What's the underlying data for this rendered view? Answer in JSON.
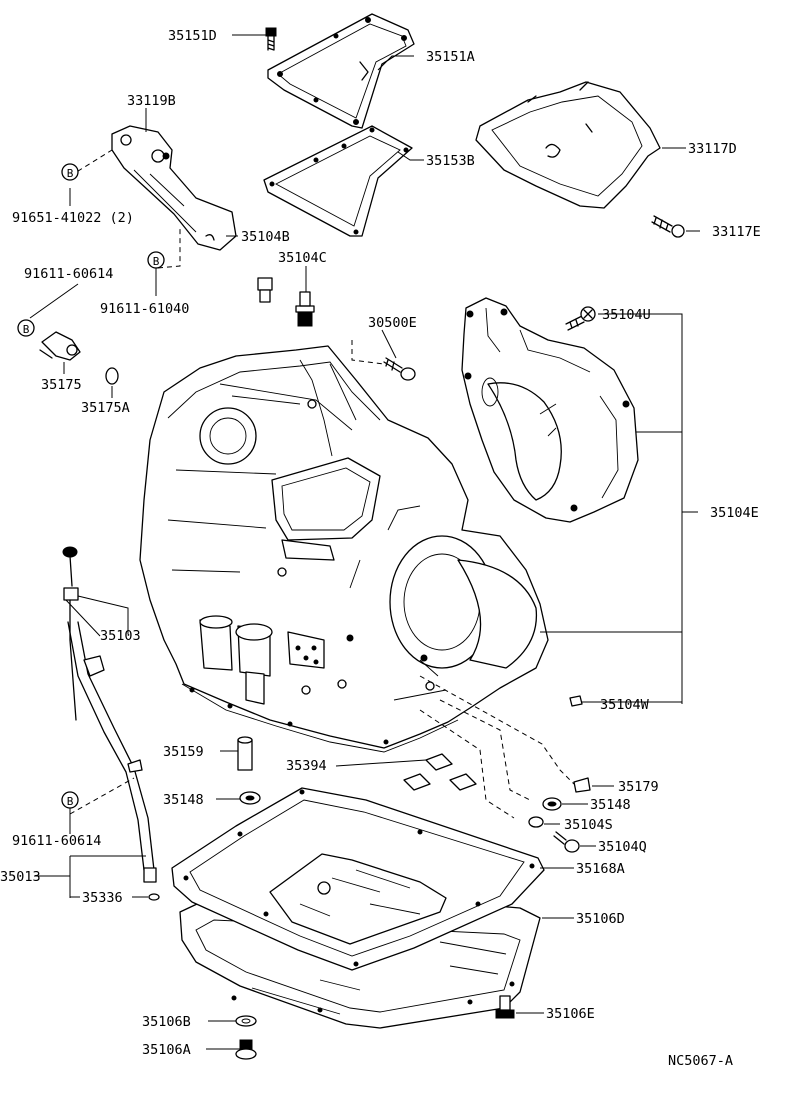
{
  "diagram_id": "NC5067-A",
  "callouts": {
    "c35151D": "35151D",
    "c35151A": "35151A",
    "c33119B": "33119B",
    "c35153B": "35153B",
    "c33117D": "33117D",
    "c91651": "91651-41022 (2)",
    "c35104B": "35104B",
    "c33117E": "33117E",
    "c35104C": "35104C",
    "c91611a": "91611-60614",
    "c91611b": "91611-61040",
    "c30500E": "30500E",
    "c35104U": "35104U",
    "c35175": "35175",
    "c35175A": "35175A",
    "c35104E": "35104E",
    "c35103": "35103",
    "c35104W": "35104W",
    "c35159": "35159",
    "c35394": "35394",
    "c35179": "35179",
    "c35148a": "35148",
    "c35148b": "35148",
    "c35104S": "35104S",
    "c91611c": "91611-60614",
    "c35104Q": "35104Q",
    "c35168A": "35168A",
    "c35013": "35013",
    "c35336": "35336",
    "c35106D": "35106D",
    "c35106B": "35106B",
    "c35106E": "35106E",
    "c35106A": "35106A"
  },
  "markers": {
    "b": "B"
  }
}
